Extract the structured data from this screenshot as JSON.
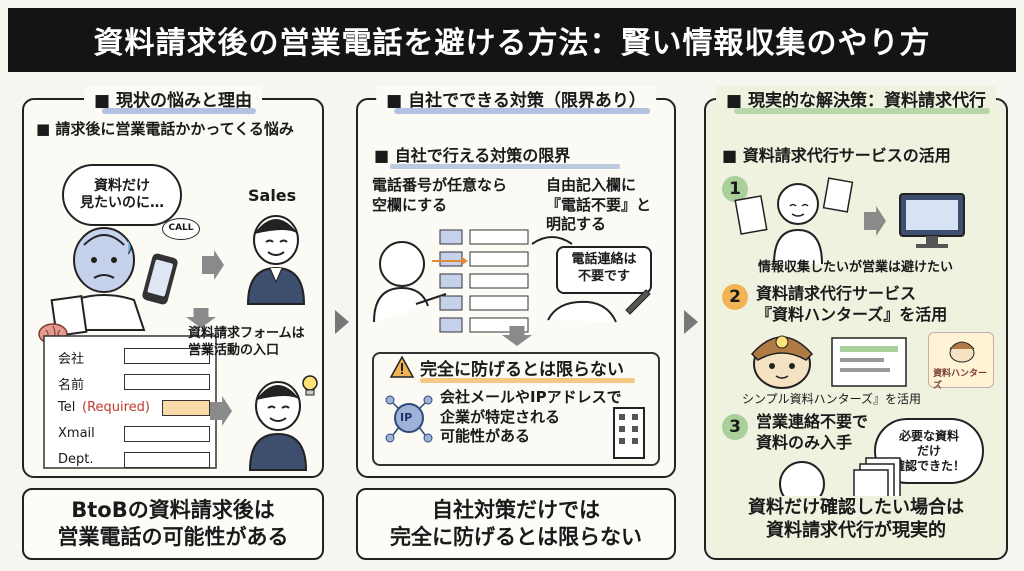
{
  "title": "資料請求後の営業電話を避ける方法：賢い情報収集のやり方",
  "colors": {
    "accent_green": "#a9cf9a",
    "accent_orange": "#f2b354",
    "accent_blue": "#9fb3d9",
    "accent_red": "#e0786a"
  },
  "panel1": {
    "heading": "■ 現状の悩みと理由",
    "sub": "■ 請求後に営業電話かかってくる悩み",
    "bubble": "資料だけ\n見たいのに…",
    "sales_label": "Sales",
    "call_label": "CALL",
    "form_caption": "資料請求フォームは\n営業活動の入口",
    "form_fields": [
      "会社",
      "名前",
      "Tel",
      "Xmail",
      "Dept."
    ],
    "required_label": "(Required)"
  },
  "panel2": {
    "heading": "■ 自社でできる対策（限界あり）",
    "sub": "■ 自社で行える対策の限界",
    "tip1": "電話番号が任意なら\n空欄にする",
    "tip2": "自由記入欄に\n『電話不要』と\n明記する",
    "note": "電話連絡は\n不要です",
    "warning_title": "完全に防げるとは限らない",
    "warning_text": "会社メールやIPアドレスで\n企業が特定される\n可能性がある",
    "ip_label": "IP"
  },
  "panel3": {
    "heading": "■ 現実的な解決策：資料請求代行",
    "sub": "■ 資料請求代行サービスの活用",
    "steps": [
      {
        "num": "1",
        "text": "情報収集したいが営業は避けたい"
      },
      {
        "num": "2",
        "text": "資料請求代行サービス\n『資料ハンターズ』を活用"
      },
      {
        "num": "3",
        "text": "営業連絡不要で\n資料のみ入手"
      }
    ],
    "logo_text": "資料ハンターズ",
    "mascot_caption": "シンプル資料ハンターズ』を活用",
    "bubble": "必要な資料\nだけ\n確認できた！",
    "conclusion": "資料だけ確認したい場合は\n資料請求代行が現実的"
  },
  "bottom": {
    "b1": "BtoBの資料請求後は\n営業電話の可能性がある",
    "b2": "自社対策だけでは\n完全に防げるとは限らない"
  }
}
